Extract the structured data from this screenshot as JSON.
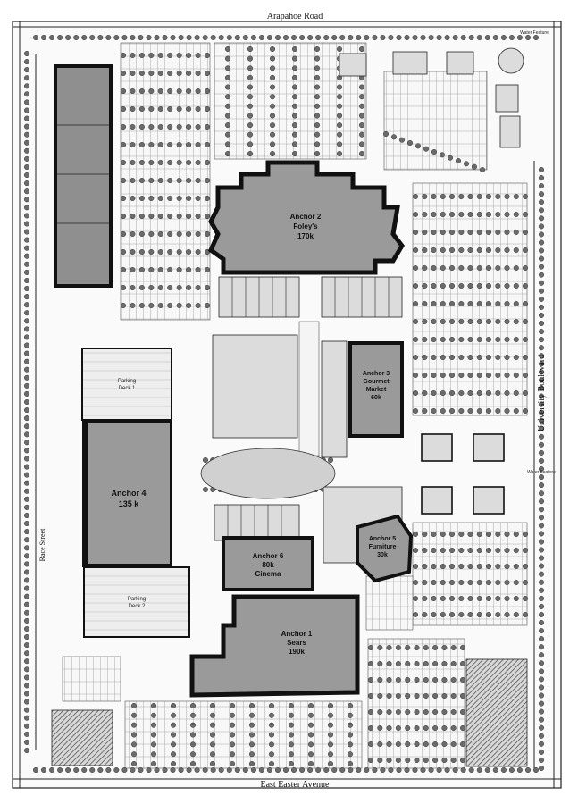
{
  "roads": {
    "north": "Arapahoe Road",
    "south": "East Easter Avenue",
    "east": "University Boulevard",
    "west": "Race Street"
  },
  "anchors": [
    {
      "id": "anchor2",
      "line1": "Anchor 2",
      "line2": "Foley's",
      "line3": "170k"
    },
    {
      "id": "anchor3",
      "line1": "Anchor 3",
      "line2": "Gourmet",
      "line3": "Market",
      "line4": "60k"
    },
    {
      "id": "anchor4",
      "line1": "Anchor 4",
      "line2": "135 k"
    },
    {
      "id": "anchor5",
      "line1": "Anchor 5",
      "line2": "Furniture",
      "line3": "30k"
    },
    {
      "id": "anchor6",
      "line1": "Anchor 6",
      "line2": "80k",
      "line3": "Cinema"
    },
    {
      "id": "anchor1",
      "line1": "Anchor 1",
      "line2": "Sears",
      "line3": "190k"
    }
  ],
  "parking_decks": [
    {
      "id": "deck1",
      "line1": "Parking",
      "line2": "Deck 1"
    },
    {
      "id": "deck2",
      "line1": "Parking",
      "line2": "Deck 2"
    }
  ],
  "features": {
    "water_feature_north": "Water Feature",
    "water_feature_east": "Water Feature"
  },
  "colors": {
    "building": "#9a9a9a",
    "building_dark": "#111111",
    "deck": "#e8e8e8",
    "parking": "#f4f4f4",
    "tree": "#6b6b6b",
    "hatch": "#444444"
  }
}
